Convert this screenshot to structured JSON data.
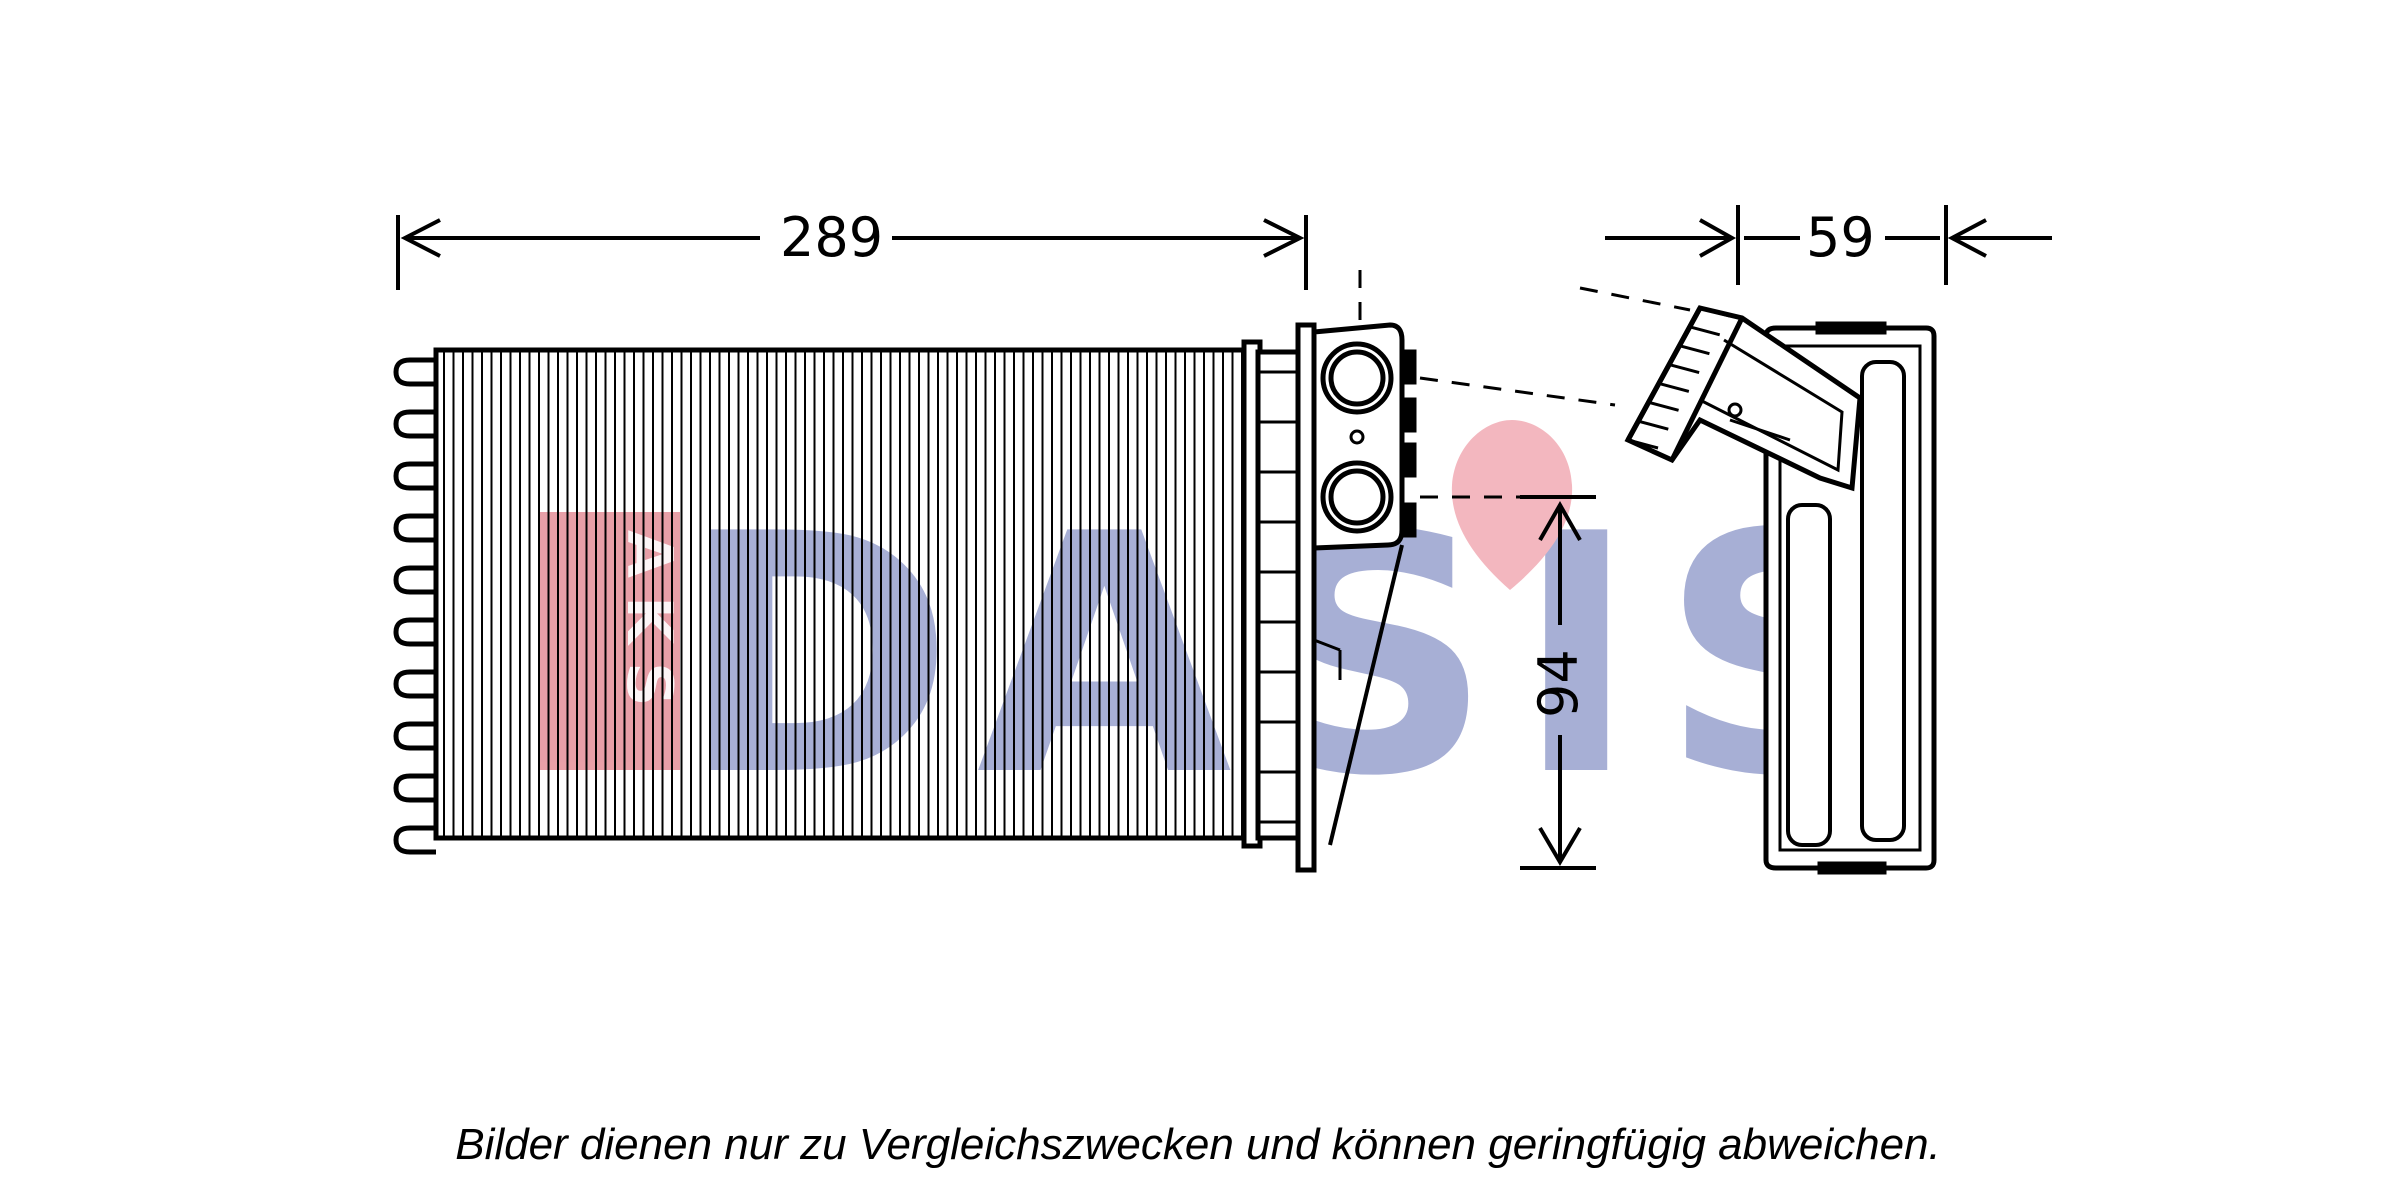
{
  "dimensions": {
    "length": "289",
    "depth": "59",
    "height": "94"
  },
  "watermark": {
    "box_text": "AKS",
    "brand_text": "DASIS",
    "box_color": "#e0808a",
    "brand_color": "#8a95c8",
    "drop_color": "#f0a0aa"
  },
  "caption": "Bilder dienen nur zu Vergleichszwecken und können geringfügig abweichen."
}
